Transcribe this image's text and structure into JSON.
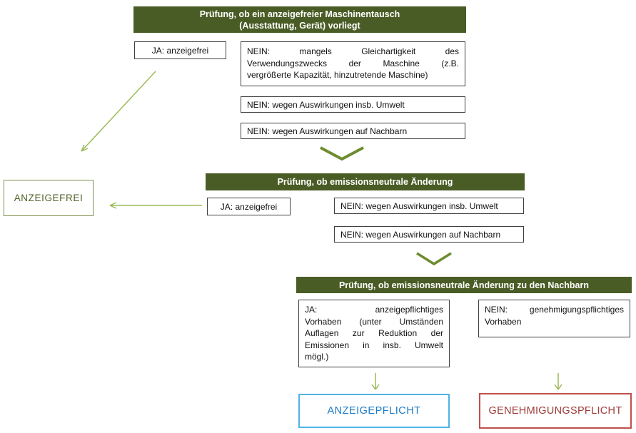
{
  "theme": {
    "header_bg": "#4a5c25",
    "header_text": "#ffffff",
    "box_border": "#404040",
    "box_text": "#111111",
    "chevron_green": "#6d8c2f",
    "arrow_green": "#9bbb59",
    "anzeigefrei_color": "#4f6228",
    "anzeigefrei_border": "#7d904b",
    "anzeigepflicht_color": "#1d7ac5",
    "anzeigepflicht_border": "#4fb3e8",
    "genehmigungspflicht_color": "#9e3b38",
    "genehmigungspflicht_border": "#c0504d"
  },
  "step1": {
    "title_lines": [
      "Prüfung, ob ein anzeigefreier Maschinentausch",
      "(Ausstattung, Gerät) vorliegt"
    ],
    "ja_label": "JA: anzeigefrei",
    "nein_mangels_lines": [
      "NEIN: mangels Gleichartigkeit des",
      "Verwendungszwecks der Maschine (z.B.",
      "vergrößerte Kapazität, hinzutretende Maschine)"
    ],
    "nein_umwelt_label": "NEIN: wegen Auswirkungen insb. Umwelt",
    "nein_nachbarn_label": "NEIN: wegen Auswirkungen auf Nachbarn"
  },
  "step2": {
    "title": "Prüfung, ob emissionsneutrale Änderung",
    "ja_label": "JA: anzeigefrei",
    "nein_umwelt_label": "NEIN: wegen Auswirkungen insb. Umwelt",
    "nein_nachbarn_label": "NEIN: wegen Auswirkungen auf Nachbarn"
  },
  "step3": {
    "title": "Prüfung, ob emissionsneutrale Änderung zu den Nachbarn",
    "ja_lines": [
      "JA: anzeigepflichtiges",
      "Vorhaben (unter Umständen",
      "Auflagen zur Reduktion der",
      "Emissionen in insb. Umwelt",
      "mögl.)"
    ],
    "nein_lines": [
      "NEIN: genehmigungspflichtiges",
      "Vorhaben"
    ]
  },
  "outcomes": {
    "anzeigefrei": "ANZEIGEFREI",
    "anzeigepflicht": "ANZEIGEPFLICHT",
    "genehmigungspflicht": "GENEHMIGUNGSPFLICHT"
  }
}
